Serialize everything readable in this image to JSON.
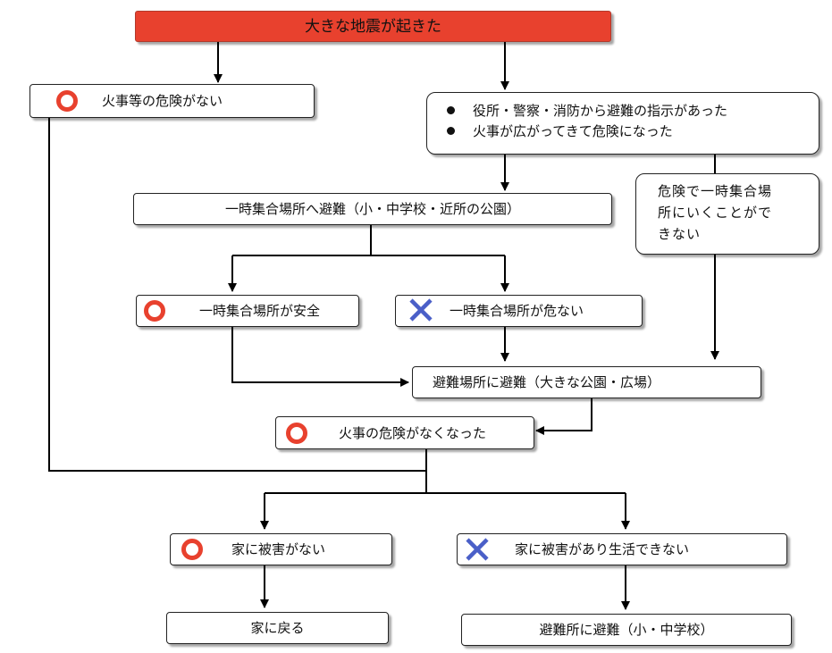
{
  "title": "大きな地震が起きた",
  "nodes": {
    "no_fire_danger": "火事等の危険がない",
    "evac_instruction_1": "役所・警察・消防から避難の指示があった",
    "evac_instruction_2": "火事が広がってきて危険になった",
    "temp_evac": "一時集合場所へ避難（小・中学校・近所の公園）",
    "cannot_reach_line1": "危険で一時集合場",
    "cannot_reach_line2": "所にいくことがで",
    "cannot_reach_line3": "きない",
    "temp_safe": "一時集合場所が安全",
    "temp_dangerous": "一時集合場所が危ない",
    "evac_area": "避難場所に避難（大きな公園・広場）",
    "fire_gone": "火事の危険がなくなった",
    "house_ok": "家に被害がない",
    "house_damaged": "家に被害があり生活できない",
    "return_home": "家に戻る",
    "shelter": "避難所に避難（小・中学校）"
  },
  "colors": {
    "title_bg": "#e8412e",
    "ok_mark": "#e8412e",
    "ng_mark": "#4a5fc8",
    "line": "#000000"
  },
  "icons": {
    "ok": "red-circle-icon",
    "ng": "blue-cross-icon"
  }
}
